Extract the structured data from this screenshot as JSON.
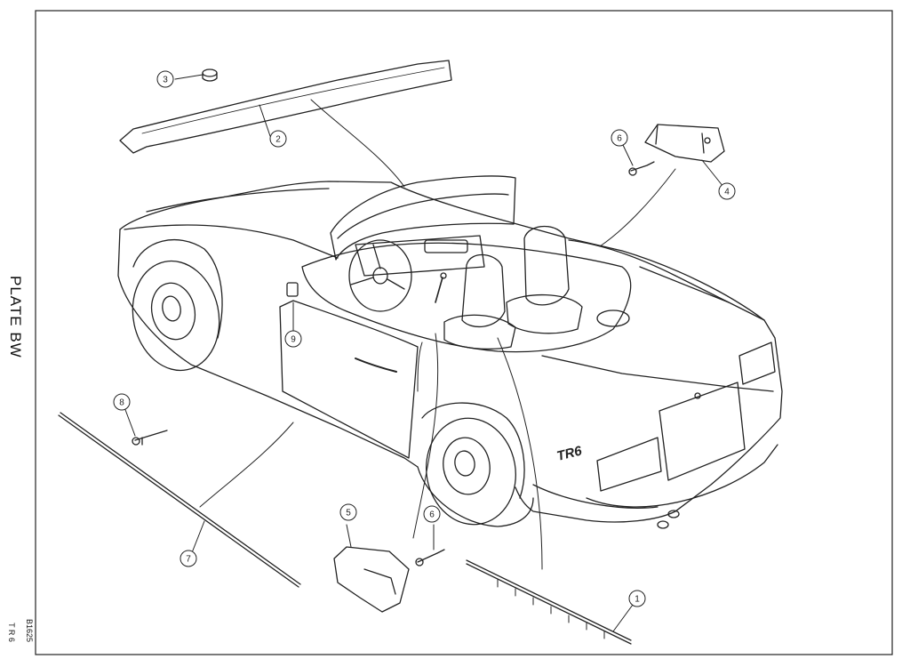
{
  "plate": {
    "title": "PLATE BW",
    "model_code": "T R 6",
    "drawing_number": "B1625"
  },
  "car": {
    "badge": "TR6"
  },
  "callouts": [
    {
      "number": "1"
    },
    {
      "number": "2"
    },
    {
      "number": "3"
    },
    {
      "number": "4"
    },
    {
      "number": "5"
    },
    {
      "number": "6"
    },
    {
      "number": "6"
    },
    {
      "number": "7"
    },
    {
      "number": "8"
    },
    {
      "number": "9"
    }
  ]
}
